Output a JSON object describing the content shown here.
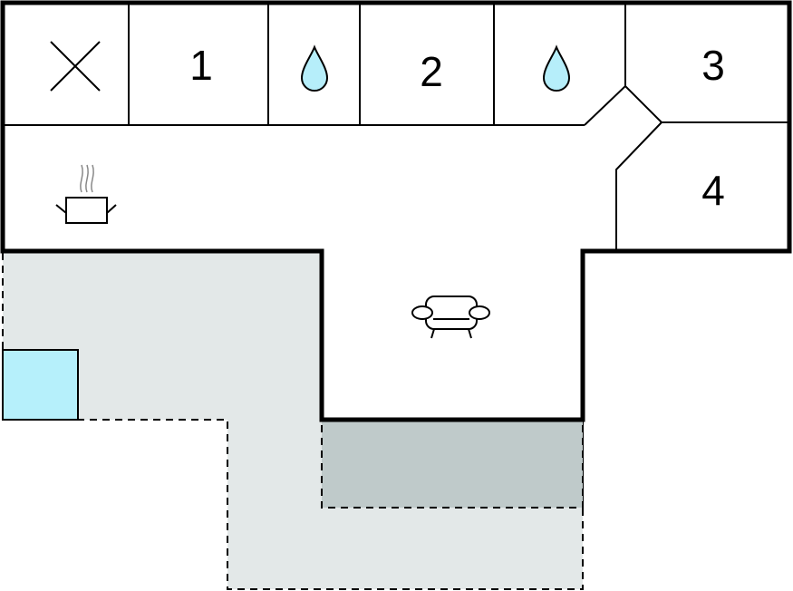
{
  "colors": {
    "wall": "#000000",
    "terrace": "#e3e8e8",
    "covered_terrace": "#bfcaca",
    "pool": "#b6f0fb",
    "water_drop": "#b6eefa",
    "background": "#ffffff"
  },
  "rooms": [
    {
      "id": "bedroom-1",
      "number": "1"
    },
    {
      "id": "bedroom-2",
      "number": "2"
    },
    {
      "id": "bedroom-3",
      "number": "3"
    },
    {
      "id": "bedroom-4",
      "number": "4"
    }
  ],
  "icons": {
    "toilet": "cross-icon",
    "bathroom_1": "water-drop-icon",
    "bathroom_2": "water-drop-icon",
    "kitchen": "cooking-pot-icon",
    "living_room": "sofa-icon"
  }
}
